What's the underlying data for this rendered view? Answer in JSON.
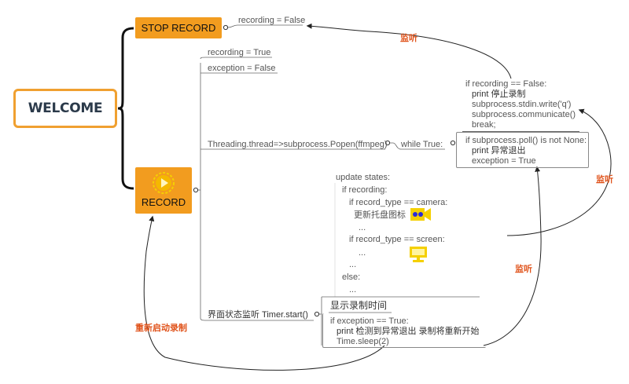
{
  "nodes": {
    "welcome": "WELCOME",
    "stop_record": "STOP RECORD",
    "record": "RECORD"
  },
  "stop_branch": {
    "recording_false": "recording = False"
  },
  "record_branch": {
    "recording_true": "recording = True",
    "exception_false": "exception = False",
    "thread": "Threading.thread=>subprocess.Popen(ffmpeg)",
    "while_true": "while True:",
    "timer": "界面状态监听 Timer.start()"
  },
  "stop_block": {
    "lines": [
      "if recording == False:",
      "print 停止录制",
      "subprocess.stdin.write('q')",
      "subprocess.communicate()",
      "break;"
    ]
  },
  "poll_block": {
    "lines": [
      "if subprocess.poll() is not None:",
      "print 异常退出",
      "exception = True"
    ]
  },
  "update_block": {
    "lines": [
      "update states:",
      "if recording:",
      "if record_type == camera:",
      "更新托盘图标",
      "...",
      "if record_type == screen:",
      "...",
      "...",
      "else:",
      "..."
    ]
  },
  "timer_block": {
    "display_time": "显示录制时间",
    "lines": [
      "if exception == True:",
      "print 检测到异常退出 录制将重新开始",
      "Time.sleep(2)"
    ]
  },
  "annotations": {
    "listen_top": "监听",
    "listen_right": "监听",
    "listen_mid": "监听",
    "restart": "重新启动录制"
  },
  "colors": {
    "accent": "#f29c1f",
    "annotation": "#e0531b",
    "camera_icon": "#f5d000",
    "camera_dots": "#2a2ad8"
  },
  "icons": [
    "play-icon",
    "camera-icon",
    "monitor-icon"
  ]
}
